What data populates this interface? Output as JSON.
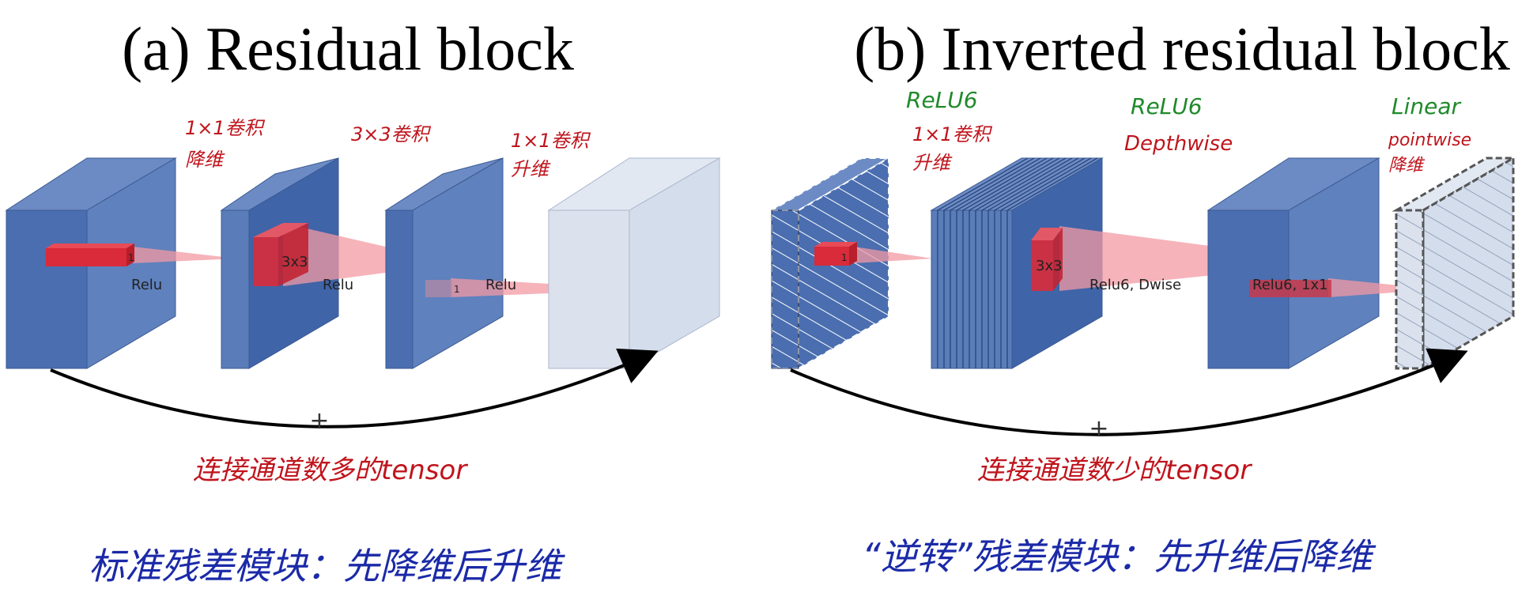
{
  "titles": {
    "a": "(a) Residual block",
    "b": "(b) Inverted residual block"
  },
  "panel_a": {
    "labels": {
      "conv1": [
        "1×1卷积",
        "降维"
      ],
      "conv2": "3×3卷积",
      "conv3": [
        "1×1卷积",
        "升维"
      ],
      "kernel1": "1",
      "kernel2": "3x3",
      "kernel3": "1",
      "act1": "Relu",
      "act2": "Relu",
      "act3": "Relu",
      "plus": "+",
      "skip_note": "连接通道数多的tensor",
      "summary": "标准残差模块：先降维后升维"
    }
  },
  "panel_b": {
    "labels": {
      "act_top1": "ReLU6",
      "conv1": [
        "1×1卷积",
        "升维"
      ],
      "act_top2": "ReLU6",
      "conv2": "Depthwise",
      "act_top3": "Linear",
      "conv3": [
        "pointwise",
        "降维"
      ],
      "kernel1": "1",
      "kernel2": "3x3",
      "act_mid1": "Relu6, Dwise",
      "act_mid2": "Relu6, 1x1",
      "plus": "+",
      "skip_note": "连接通道数少的tensor",
      "summary": "“逆转”残差模块：先升维后降维"
    }
  },
  "colors": {
    "block_front": "#4a6eb0",
    "block_side": "#5f81bd",
    "block_top": "#6c8bc4",
    "block_light_front": "#dbe2ee",
    "block_light_side": "#d2dbea",
    "kernel": "#d92b3a",
    "kernel_cone": "#f39aa3",
    "annotation_red": "#c0141c",
    "annotation_green": "#1f8a2a",
    "annotation_blue": "#1b2aa8",
    "title": "#000000"
  }
}
